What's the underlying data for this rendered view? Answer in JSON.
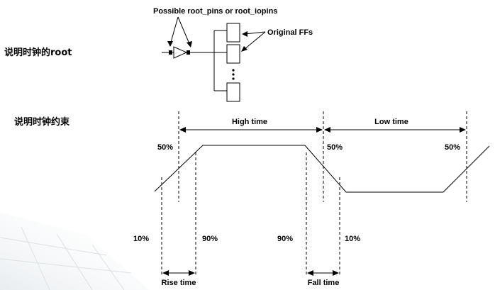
{
  "left_labels": {
    "clock_root": "说明时钟的root",
    "clock_constraint": "说明时钟约束"
  },
  "root_diagram": {
    "pins_label": "Possible root_pins or root_iopins",
    "ffs_label": "Original FFs"
  },
  "waveform": {
    "high_time": "High time",
    "low_time": "Low time",
    "pct_50_left": "50%",
    "pct_50_mid": "50%",
    "pct_50_right": "50%",
    "pct_10_left": "10%",
    "pct_90_left": "90%",
    "pct_90_right": "90%",
    "pct_10_right": "10%",
    "rise_time": "Rise time",
    "fall_time": "Fall time"
  }
}
